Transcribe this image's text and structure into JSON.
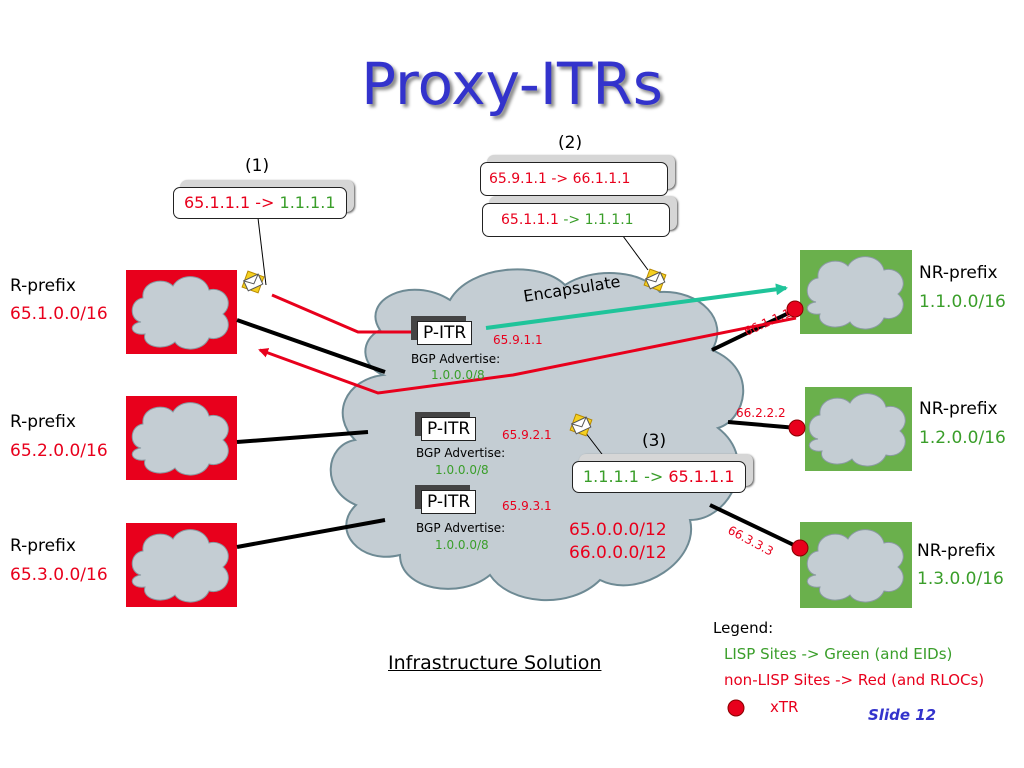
{
  "slide": {
    "title": "Proxy-ITRs",
    "subtitle": "Infrastructure Solution",
    "slide_number": "Slide 12"
  },
  "steps": {
    "s1": "(1)",
    "s2": "(2)",
    "s3": "(3)"
  },
  "packets": {
    "p1": {
      "src": "65.1.1.1 ->",
      "dst": "1.1.1.1"
    },
    "p2_outer": "65.9.1.1 -> 66.1.1.1",
    "p2_inner": {
      "src": "65.1.1.1",
      "dst": "-> 1.1.1.1"
    },
    "p3": {
      "src": "1.1.1.1 ->",
      "dst": "65.1.1.1"
    }
  },
  "left_sites": [
    {
      "label": "R-prefix",
      "prefix": "65.1.0.0/16"
    },
    {
      "label": "R-prefix",
      "prefix": "65.2.0.0/16"
    },
    {
      "label": "R-prefix",
      "prefix": "65.3.0.0/16"
    }
  ],
  "right_sites": [
    {
      "label": "NR-prefix",
      "prefix": "1.1.0.0/16",
      "rloc": "66.1.1.1"
    },
    {
      "label": "NR-prefix",
      "prefix": "1.2.0.0/16",
      "rloc": "66.2.2.2"
    },
    {
      "label": "NR-prefix",
      "prefix": "1.3.0.0/16",
      "rloc": "66.3.3.3"
    }
  ],
  "pitrs": [
    {
      "name": "P-ITR",
      "address": "65.9.1.1",
      "advertise_label": "BGP Advertise:",
      "advertise_prefix": "1.0.0.0/8"
    },
    {
      "name": "P-ITR",
      "address": "65.9.2.1",
      "advertise_label": "BGP Advertise:",
      "advertise_prefix": "1.0.0.0/8"
    },
    {
      "name": "P-ITR",
      "address": "65.9.3.1",
      "advertise_label": "BGP Advertise:",
      "advertise_prefix": "1.0.0.0/8"
    }
  ],
  "core": {
    "encapsulate_label": "Encapsulate",
    "prefixes": [
      "65.0.0.0/12",
      "66.0.0.0/12"
    ]
  },
  "legend": {
    "title": "Legend:",
    "lisp": "LISP Sites -> Green (and EIDs)",
    "non_lisp": "non-LISP Sites -> Red (and RLOCs)",
    "xtr": "xTR"
  },
  "colors": {
    "non_lisp_site": "#e8001c",
    "lisp_site": "#6ab04c",
    "cloud": "#c4cdd3",
    "title": "#3333cc",
    "encapsulate_arrow": "#1fc49a"
  }
}
